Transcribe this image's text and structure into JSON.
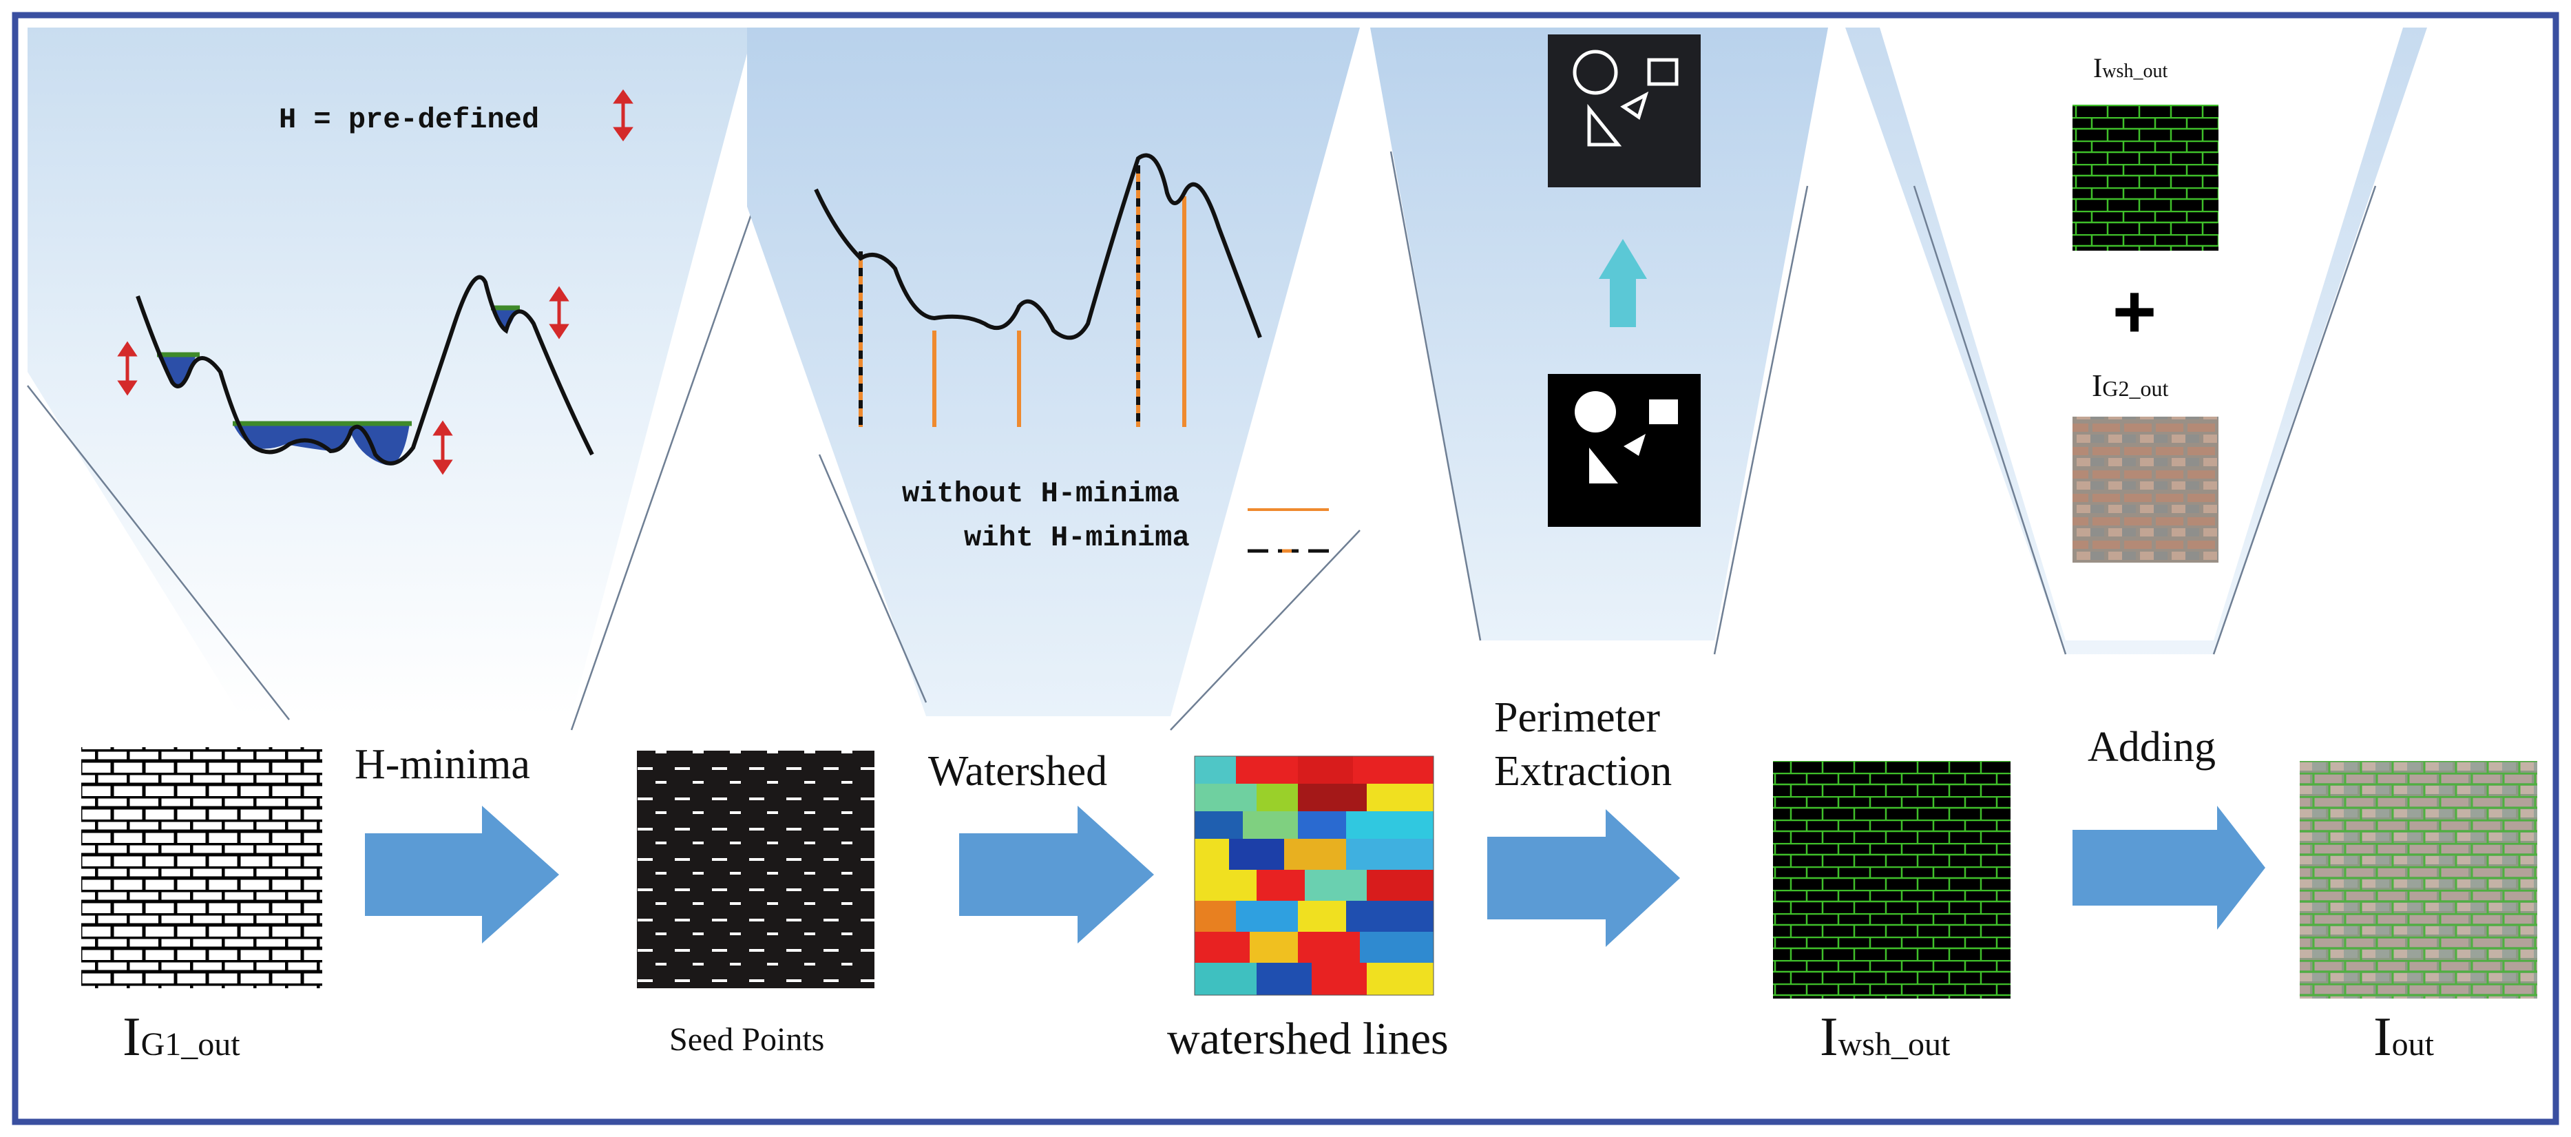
{
  "colors": {
    "frame": "#3a4fa0",
    "arrow": "#5b9bd5",
    "cyan_arrow": "#5bc8d6",
    "basin": "#2c4fa8",
    "waterline": "#3f8a2a",
    "marker": "#d42a2a",
    "orange": "#ef8a2e",
    "green_lines": "#3fbf2a"
  },
  "hminima_panel": {
    "h_label": "H = pre-defined"
  },
  "watershed_panel": {
    "legend_without": "without H-minima",
    "legend_with": "wiht H-minima"
  },
  "pipeline": {
    "steps": [
      {
        "caption_main": "I",
        "caption_sub": "G1_out",
        "icon": "brick-edges-icon"
      },
      {
        "caption_main": "Seed Points",
        "icon": "seed-points-icon"
      },
      {
        "caption_main": "watershed lines",
        "icon": "watershed-regions-icon"
      },
      {
        "caption_main": "I",
        "caption_sub": "wsh_out",
        "icon": "brick-contours-icon"
      },
      {
        "caption_main": "I",
        "caption_sub": "out",
        "icon": "brick-photo-icon"
      }
    ],
    "arrows": [
      {
        "label_lines": [
          "H-minima"
        ]
      },
      {
        "label_lines": [
          "Watershed"
        ]
      },
      {
        "label_lines": [
          "Perimeter",
          "Extraction"
        ]
      },
      {
        "label_lines": [
          "Adding"
        ]
      }
    ]
  },
  "adding_panel": {
    "top_main": "I",
    "top_sub": "wsh_out",
    "plus": "+",
    "bottom_main": "I",
    "bottom_sub": "G2_out"
  }
}
